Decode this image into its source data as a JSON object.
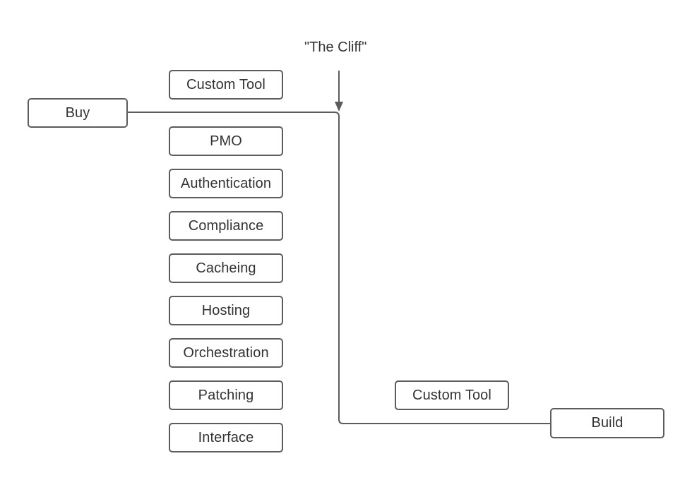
{
  "annotation": "\"The Cliff\"",
  "endpoints": {
    "buy": "Buy",
    "build": "Build"
  },
  "buy_side": {
    "custom_tool": "Custom Tool",
    "items": [
      "PMO",
      "Authentication",
      "Compliance",
      "Cacheing",
      "Hosting",
      "Orchestration",
      "Patching",
      "Interface"
    ]
  },
  "build_side": {
    "custom_tool": "Custom Tool"
  },
  "colors": {
    "stroke": "#5c5c5c",
    "text": "#333333",
    "background": "#ffffff"
  }
}
